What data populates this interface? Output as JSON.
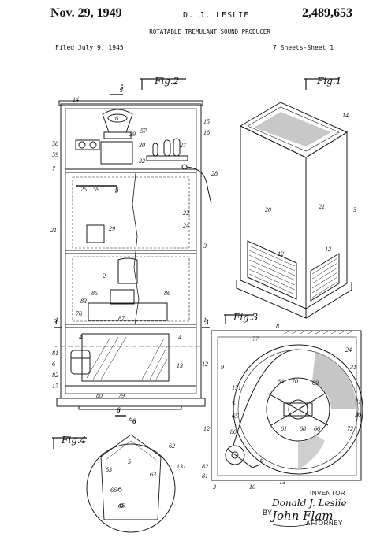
{
  "header": {
    "date": "Nov. 29, 1949",
    "inventor_short": "D. J. LESLIE",
    "patent_number": "2,489,653",
    "title": "ROTATABLE TREMULANT SOUND PRODUCER",
    "filed": "Filed July 9, 1945",
    "sheets": "7 Sheets-Sheet 1"
  },
  "figures": {
    "fig1": "Fig.1",
    "fig2": "Fig.2",
    "fig3": "Fig.3",
    "fig4": "Fig.4"
  },
  "signature": {
    "inventor_label": "INVENTOR",
    "inventor_name": "Donald J. Leslie",
    "by": "BY",
    "attorney_name": "John Flam",
    "attorney_label": "ATTORNEY"
  },
  "ref_numerals": {
    "fig2": [
      "14",
      "5",
      "6",
      "57",
      "15",
      "16",
      "39",
      "27",
      "58",
      "59",
      "30",
      "7",
      "32",
      "28",
      "25",
      "59",
      "5",
      "22",
      "21",
      "29",
      "24",
      "3",
      "2",
      "85",
      "86",
      "83",
      "87",
      "76",
      "1",
      "1",
      "4",
      "4",
      "12",
      "81",
      "13",
      "6",
      "82",
      "17",
      "80",
      "79",
      "6"
    ],
    "fig1": [
      "14",
      "20",
      "21",
      "3",
      "12",
      "12"
    ],
    "fig3": [
      "8",
      "77",
      "9",
      "24",
      "131",
      "64",
      "70",
      "69",
      "31",
      "5",
      "71",
      "65",
      "36",
      "72",
      "61",
      "68",
      "66",
      "80",
      "6",
      "82",
      "12",
      "3",
      "81",
      "10",
      "13"
    ],
    "fig4": [
      "62",
      "5",
      "131",
      "63",
      "63",
      "66",
      "65"
    ],
    "section_marks": [
      "5",
      "5",
      "3",
      "3",
      "6",
      "6"
    ]
  },
  "colors": {
    "ink": "#1a1a1a",
    "paper": "#ffffff"
  }
}
